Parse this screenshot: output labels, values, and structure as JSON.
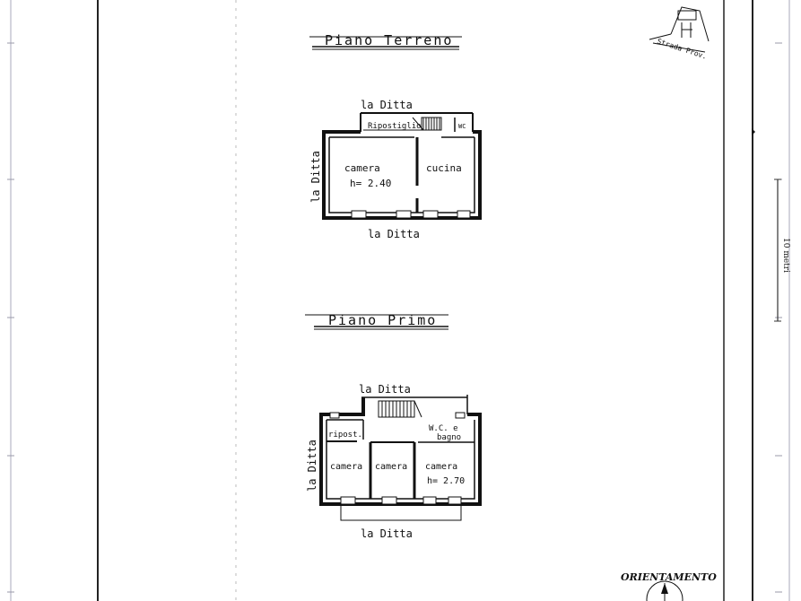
{
  "floors": {
    "ground": {
      "title": "Piano Terreno",
      "neighbor_top": "la Ditta",
      "neighbor_left": "la Ditta",
      "neighbor_bottom": "la Ditta",
      "rooms": {
        "storage": "Ripostiglio",
        "wc": "WC",
        "bedroom": "camera",
        "bedroom_height": "h= 2.40",
        "kitchen": "cucina"
      }
    },
    "first": {
      "title": "Piano Primo",
      "neighbor_top": "la Ditta",
      "neighbor_left": "la Ditta",
      "neighbor_bottom": "la Ditta",
      "rooms": {
        "storage": "ripost.",
        "bathroom_line1": "W.C. e",
        "bathroom_line2": "bagno",
        "bedroom_left": "camera",
        "bedroom_middle": "camera",
        "bedroom_right": "camera",
        "bedroom_height": "h= 2.70"
      }
    }
  },
  "location_sketch": {
    "road_label": "Strada Prov."
  },
  "scale_bar": {
    "label": "10 metri"
  },
  "orientation": {
    "label": "ORIENTAMENTO"
  }
}
